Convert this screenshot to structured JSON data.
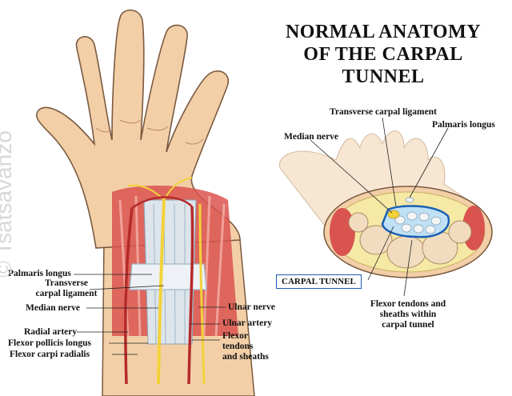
{
  "title_line1": "NORMAL ANATOMY",
  "title_line2": "OF THE CARPAL TUNNEL",
  "watermark": "© Tsatsavanzo",
  "left_labels": {
    "palmaris_longus": "Palmaris longus",
    "transverse_1": "Transverse",
    "transverse_2": "carpal ligament",
    "median_nerve": "Median nerve",
    "radial_artery": "Radial artery",
    "flexor_pollicis_longus": "Flexor pollicis longus",
    "flexor_carpi_radialis": "Flexor carpi radialis",
    "ulnar_nerve": "Ulnar nerve",
    "ulnar_artery": "Ulnar artery",
    "flexor_1": "Flexor",
    "flexor_2": "tendons",
    "flexor_3": "and sheaths"
  },
  "right_labels": {
    "transverse_carpal_ligament": "Transverse carpal ligament",
    "palmaris_longus": "Palmaris longus",
    "median_nerve": "Median nerve",
    "carpal_tunnel": "CARPAL TUNNEL",
    "flexor_1": "Flexor tendons and",
    "flexor_2": "sheaths within",
    "flexor_3": "carpal tunnel"
  },
  "colors": {
    "skin": "#f3cfa8",
    "skin_outline": "#7a5a40",
    "muscle": "#d9534f",
    "nerve": "#f2d23a",
    "tendon": "#dde4ea",
    "tunnel": "#1a5fb4"
  }
}
